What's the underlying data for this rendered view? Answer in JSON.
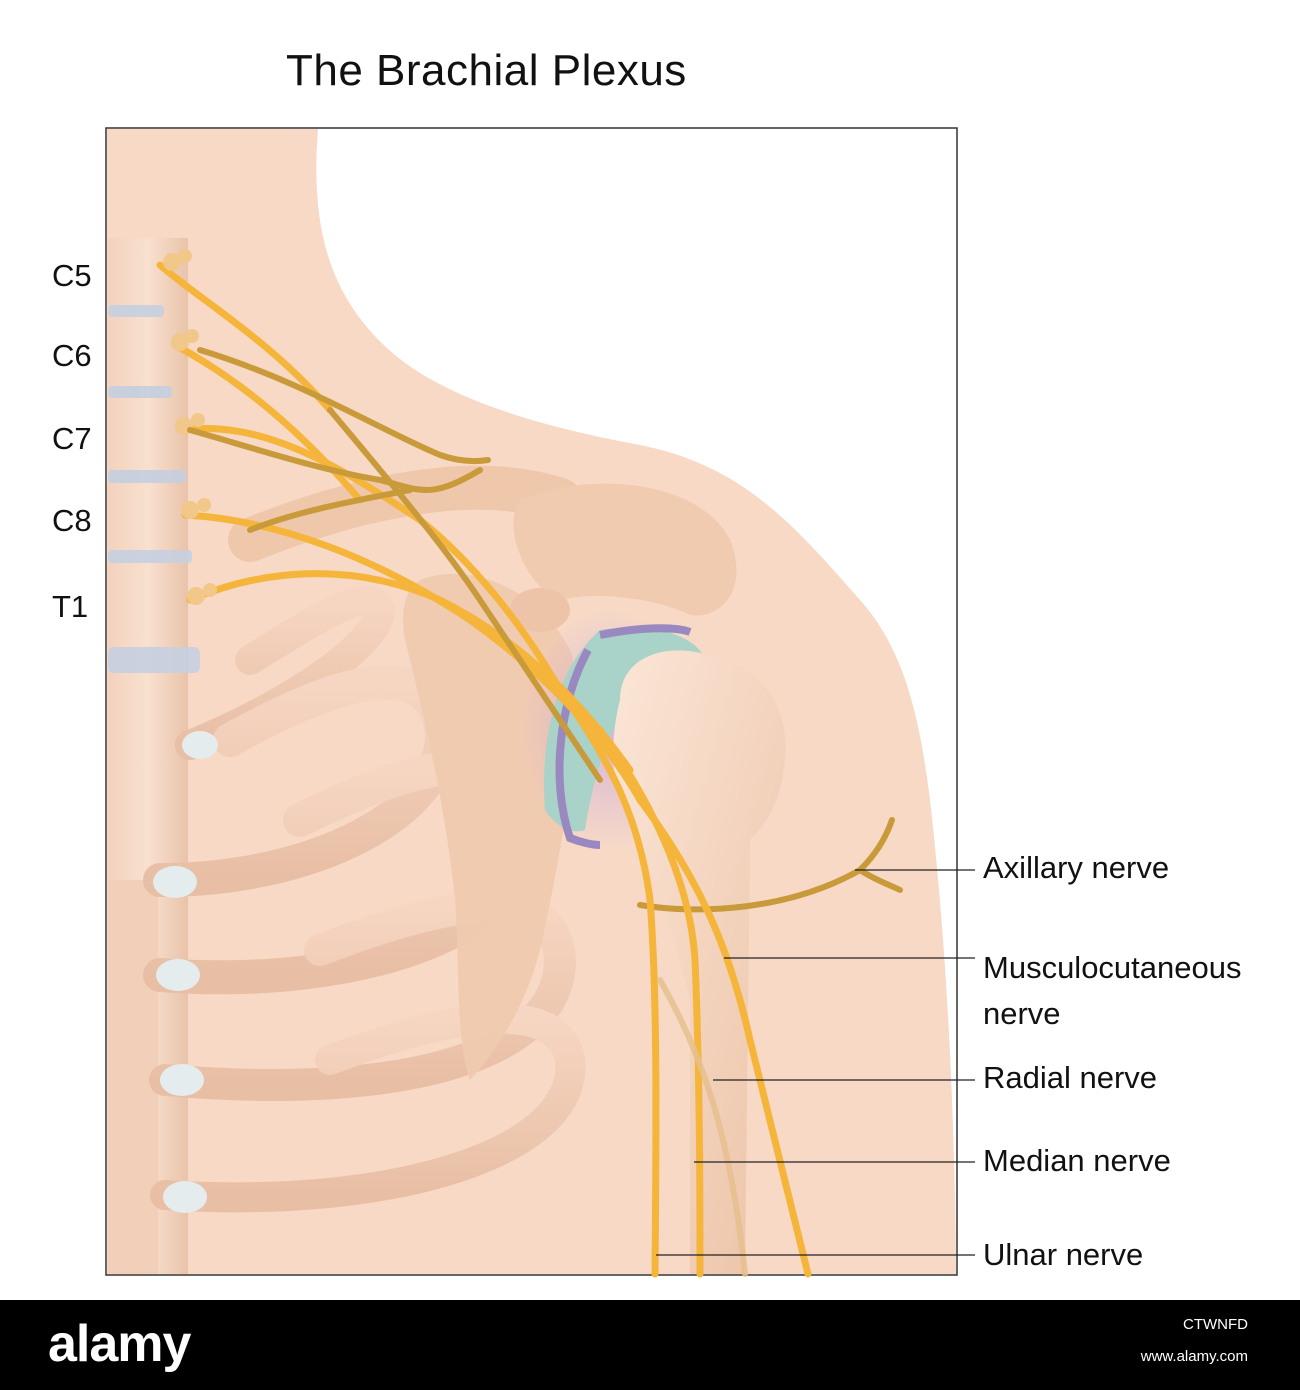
{
  "title": "The Brachial Plexus",
  "roots": [
    "C5",
    "C6",
    "C7",
    "C8",
    "T1"
  ],
  "nerves": {
    "axillary": "Axillary nerve",
    "musculocutaneous_1": "Musculocutaneous",
    "musculocutaneous_2": "nerve",
    "radial": "Radial nerve",
    "median": "Median nerve",
    "ulnar": "Ulnar nerve"
  },
  "footer": {
    "logo": "alamy",
    "image_id": "CTWNFD",
    "url": "www.alamy.com"
  },
  "colors": {
    "skin": "#f7d9c6",
    "bone": "#f3cfb8",
    "nerve": "#f5b53b",
    "nerve_dark": "#c99a3a",
    "cartilage": "#a9d2c8",
    "labrum": "#9a88c0",
    "disc": "#c5cfe0"
  }
}
